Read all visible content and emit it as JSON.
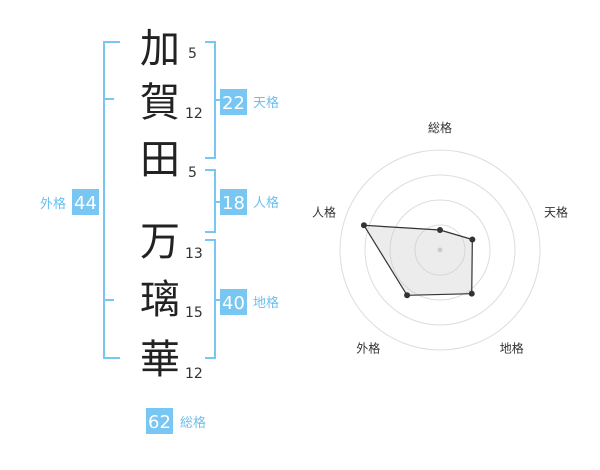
{
  "name": {
    "chars": [
      {
        "char": "加",
        "strokes": "5"
      },
      {
        "char": "賀",
        "strokes": "12"
      },
      {
        "char": "田",
        "strokes": "5"
      },
      {
        "char": "万",
        "strokes": "13"
      },
      {
        "char": "璃",
        "strokes": "15"
      },
      {
        "char": "華",
        "strokes": "12"
      }
    ]
  },
  "fortunes": {
    "tenkaku": {
      "label": "天格",
      "value": "22"
    },
    "jinkaku": {
      "label": "人格",
      "value": "18"
    },
    "chikaku": {
      "label": "地格",
      "value": "40"
    },
    "gaikaku": {
      "label": "外格",
      "value": "44"
    },
    "soukaku": {
      "label": "総格",
      "value": "62"
    }
  },
  "chart_data": {
    "type": "radar",
    "axes": [
      "総格",
      "天格",
      "地格",
      "外格",
      "人格"
    ],
    "values": [
      0.2,
      0.34,
      0.54,
      0.56,
      0.8
    ],
    "rings": 4,
    "range": [
      0,
      1
    ],
    "colors": {
      "accent": "#78c6f2",
      "grid": "#dddddd",
      "line": "#333333"
    }
  }
}
